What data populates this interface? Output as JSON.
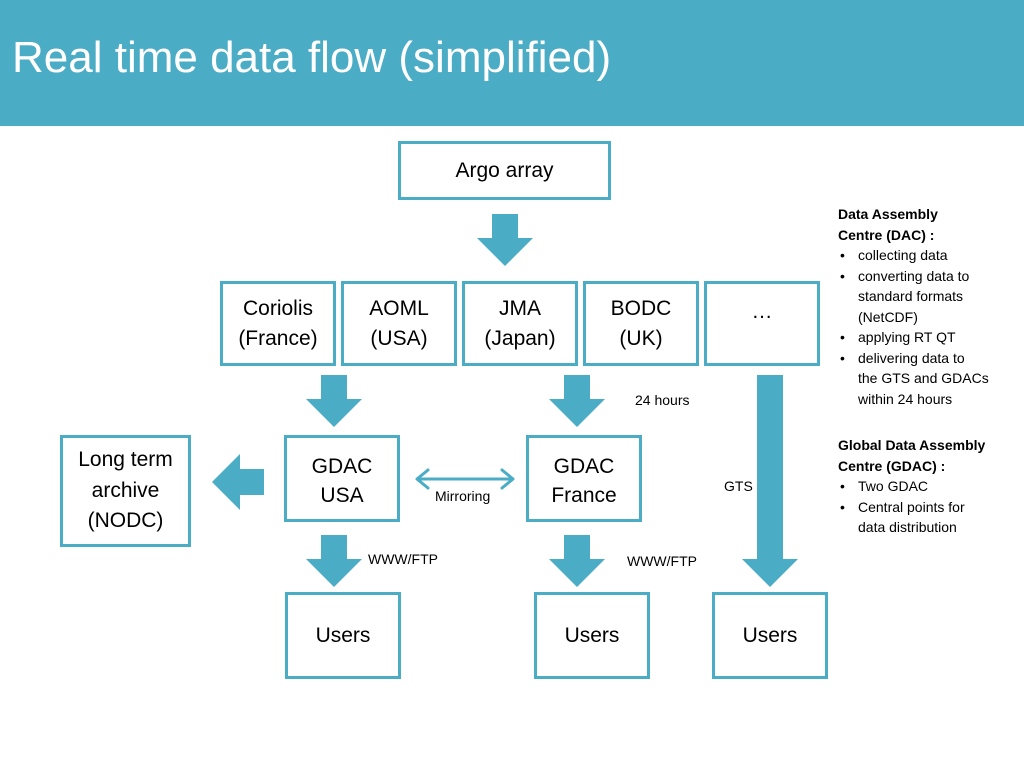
{
  "title": "Real time data flow (simplified)",
  "colors": {
    "header": "#4bacc6",
    "box_border": "#4bacc6",
    "arrow": "#4bacc6",
    "text": "#000000",
    "title_text": "#ffffff"
  },
  "nodes": {
    "argo_array": "Argo array",
    "dacs": [
      {
        "line1": "Coriolis",
        "line2": "(France)"
      },
      {
        "line1": "AOML",
        "line2": "(USA)"
      },
      {
        "line1": "JMA",
        "line2": "(Japan)"
      },
      {
        "line1": "BODC",
        "line2": "(UK)"
      },
      {
        "line1": "…",
        "line2": ""
      }
    ],
    "gdac_usa": {
      "line1": "GDAC",
      "line2": "USA"
    },
    "gdac_france": {
      "line1": "GDAC",
      "line2": "France"
    },
    "archive": {
      "line1": "Long term",
      "line2": "archive",
      "line3": "(NODC)"
    },
    "users": [
      "Users",
      "Users",
      "Users"
    ]
  },
  "edge_labels": {
    "hours": "24 hours",
    "mirroring": "Mirroring",
    "gts": "GTS",
    "www_ftp_left": "WWW/FTP",
    "www_ftp_right": "WWW/FTP"
  },
  "sidebar": {
    "dac": {
      "heading_line1": "Data Assembly",
      "heading_line2": "Centre (DAC) :",
      "items": [
        {
          "line1": "collecting data",
          "line2": "",
          "line3": ""
        },
        {
          "line1": "converting data to",
          "line2": "standard formats",
          "line3": "(NetCDF)"
        },
        {
          "line1": "applying RT QT",
          "line2": "",
          "line3": ""
        },
        {
          "line1": "delivering data to",
          "line2": "the GTS and GDACs",
          "line3": "within 24 hours"
        }
      ]
    },
    "gdac": {
      "heading_line1": "Global Data Assembly",
      "heading_line2": "Centre (GDAC) :",
      "items": [
        {
          "line1": "Two GDAC",
          "line2": ""
        },
        {
          "line1": "Central points for",
          "line2": "data distribution"
        }
      ]
    }
  }
}
